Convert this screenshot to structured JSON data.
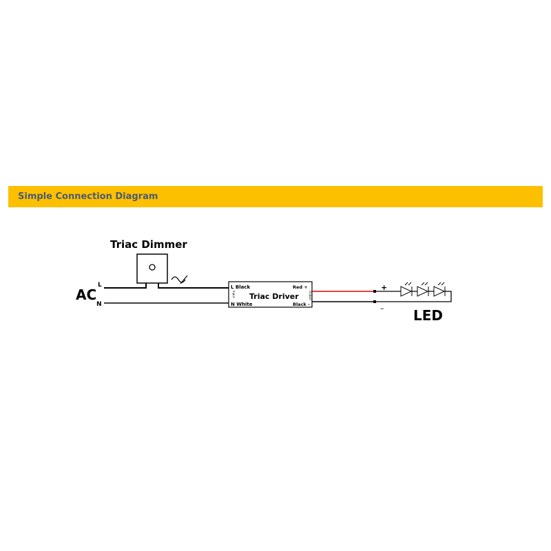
{
  "header": {
    "title": "Simple Connection Diagram"
  },
  "diagram": {
    "dimmer_label": "Triac Dimmer",
    "ac_label": "AC",
    "line_label": "L",
    "neutral_label": "N",
    "driver": {
      "title": "Triac Driver",
      "in_l": "L Black",
      "in_n": "N White",
      "out_pos": "Red +",
      "out_neg": "Black -",
      "input_side": "Input",
      "output_side": "Output"
    },
    "plus_label": "+",
    "minus_label": "–",
    "led_label": "LED"
  },
  "colors": {
    "header_bar": "#fcc000",
    "header_text": "#4b5a74",
    "positive_wire": "#e00000"
  }
}
